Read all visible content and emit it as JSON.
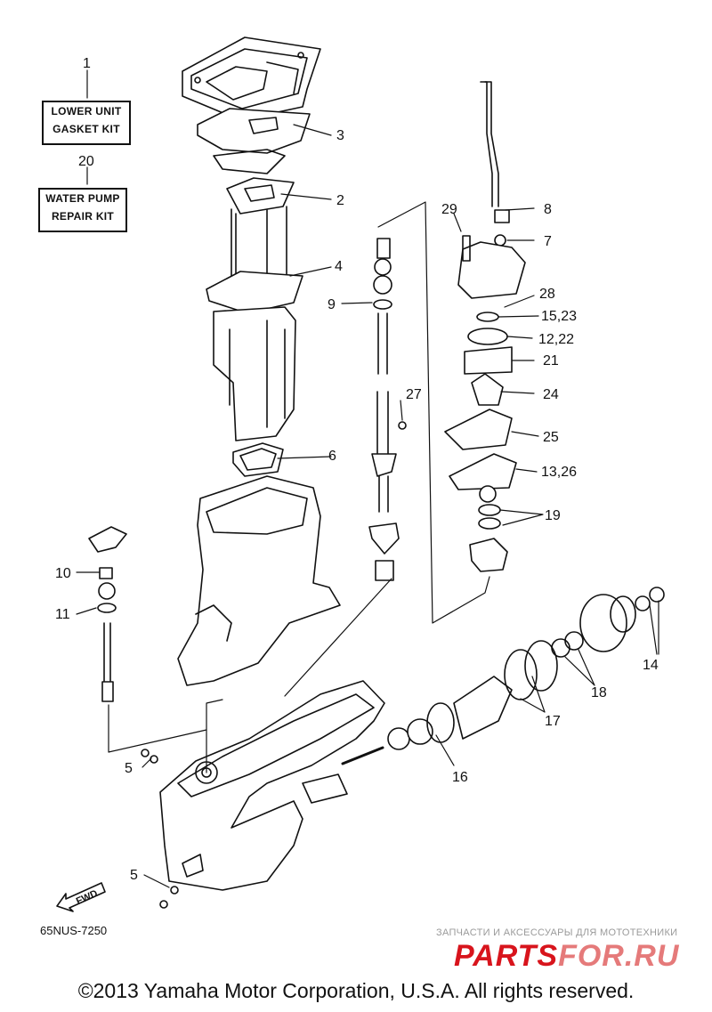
{
  "kits": {
    "lower_unit": {
      "number": "1",
      "line1": "LOWER UNIT",
      "line2": "GASKET KIT"
    },
    "water_pump": {
      "number": "20",
      "line1": "WATER PUMP",
      "line2": "REPAIR KIT"
    }
  },
  "callouts": {
    "c2": "2",
    "c3": "3",
    "c4": "4",
    "c5a": "5",
    "c5b": "5",
    "c6": "6",
    "c7": "7",
    "c8": "8",
    "c9": "9",
    "c10": "10",
    "c11": "11",
    "c12_22": "12,22",
    "c13_26": "13,26",
    "c14": "14",
    "c15_23": "15,23",
    "c16": "16",
    "c17": "17",
    "c18": "18",
    "c19": "19",
    "c21": "21",
    "c24": "24",
    "c25": "25",
    "c27": "27",
    "c28": "28",
    "c29": "29"
  },
  "fwd_label": "FWD",
  "diagram_code": "65NUS-7250",
  "watermark": {
    "tagline": "ЗАПЧАСТИ И АКСЕССУАРЫ ДЛЯ МОТОТЕХНИКИ",
    "brand_part1": "PARTS",
    "brand_part2": "FOR.RU",
    "color_primary": "#d8141c",
    "color_secondary": "#e57a7a"
  },
  "copyright": "©2013 Yamaha Motor Corporation, U.S.A. All rights reserved."
}
